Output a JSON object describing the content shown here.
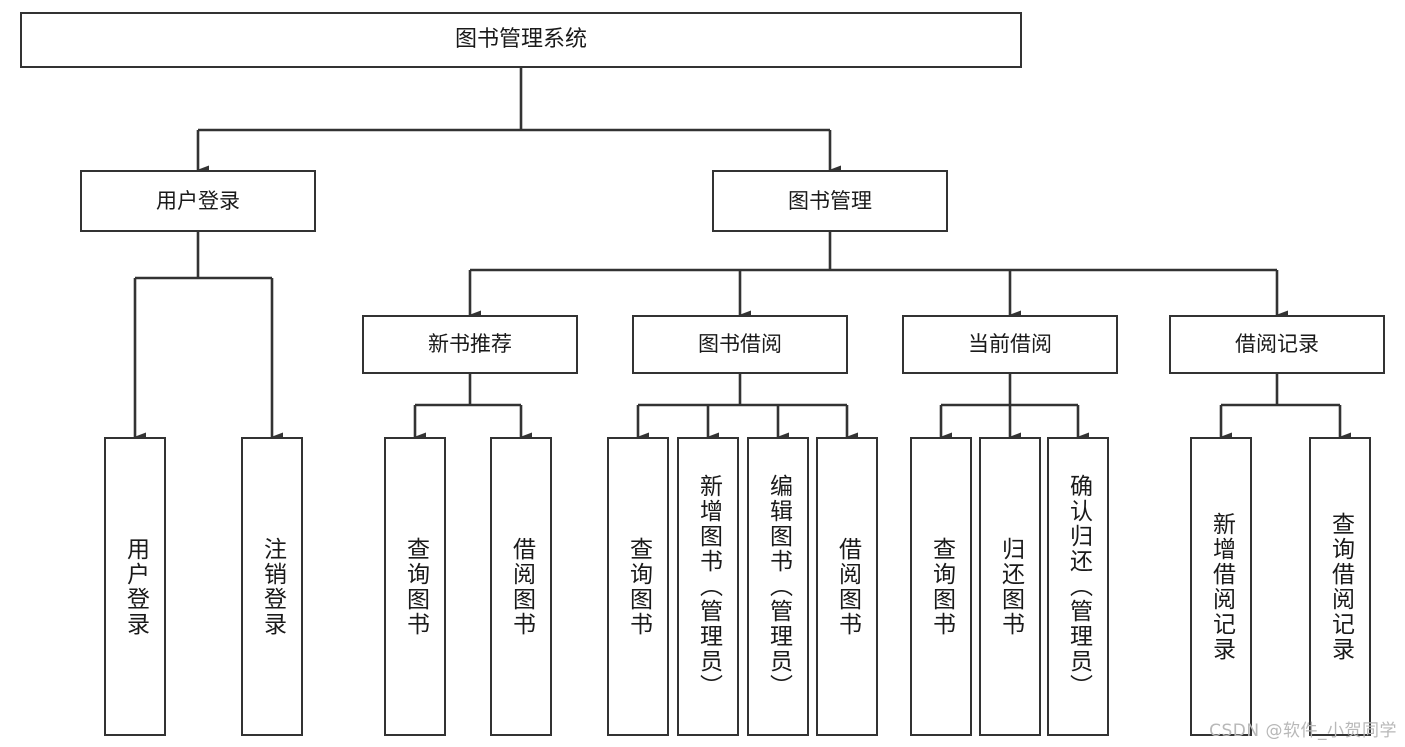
{
  "diagram": {
    "type": "hierarchy-tree",
    "title_node": {
      "id": "root",
      "label": "图书管理系统"
    },
    "level1": [
      {
        "id": "user-login",
        "label": "用户登录"
      },
      {
        "id": "book-mgmt",
        "label": "图书管理"
      }
    ],
    "level2": [
      {
        "id": "new-book-rec",
        "label": "新书推荐",
        "parent": "book-mgmt"
      },
      {
        "id": "book-borrow",
        "label": "图书借阅",
        "parent": "book-mgmt"
      },
      {
        "id": "current-borrow",
        "label": "当前借阅",
        "parent": "book-mgmt"
      },
      {
        "id": "borrow-record",
        "label": "借阅记录",
        "parent": "book-mgmt"
      }
    ],
    "leaves": [
      {
        "id": "leaf-user-login",
        "label": "用户登录",
        "parent": "user-login"
      },
      {
        "id": "leaf-logout",
        "label": "注销登录",
        "parent": "user-login"
      },
      {
        "id": "leaf-query-book-1",
        "label": "查询图书",
        "parent": "new-book-rec"
      },
      {
        "id": "leaf-borrow-book-1",
        "label": "借阅图书",
        "parent": "new-book-rec"
      },
      {
        "id": "leaf-query-book-2",
        "label": "查询图书",
        "parent": "book-borrow"
      },
      {
        "id": "leaf-add-book",
        "label": "新增图书（管理员）",
        "parent": "book-borrow"
      },
      {
        "id": "leaf-edit-book",
        "label": "编辑图书（管理员）",
        "parent": "book-borrow"
      },
      {
        "id": "leaf-borrow-book-2",
        "label": "借阅图书",
        "parent": "book-borrow"
      },
      {
        "id": "leaf-query-book-3",
        "label": "查询图书",
        "parent": "current-borrow"
      },
      {
        "id": "leaf-return-book",
        "label": "归还图书",
        "parent": "current-borrow"
      },
      {
        "id": "leaf-confirm-return",
        "label": "确认归还（管理员）",
        "parent": "current-borrow"
      },
      {
        "id": "leaf-add-record",
        "label": "新增借阅记录",
        "parent": "borrow-record"
      },
      {
        "id": "leaf-query-record",
        "label": "查询借阅记录",
        "parent": "borrow-record"
      }
    ],
    "colors": {
      "box_border": "#333333",
      "box_fill": "#ffffff",
      "edge": "#333333",
      "text": "#1a1a1a",
      "watermark": "#b8b8b8",
      "background": "#ffffff"
    }
  },
  "watermark": {
    "text": "CSDN @软件_小贺同学"
  }
}
